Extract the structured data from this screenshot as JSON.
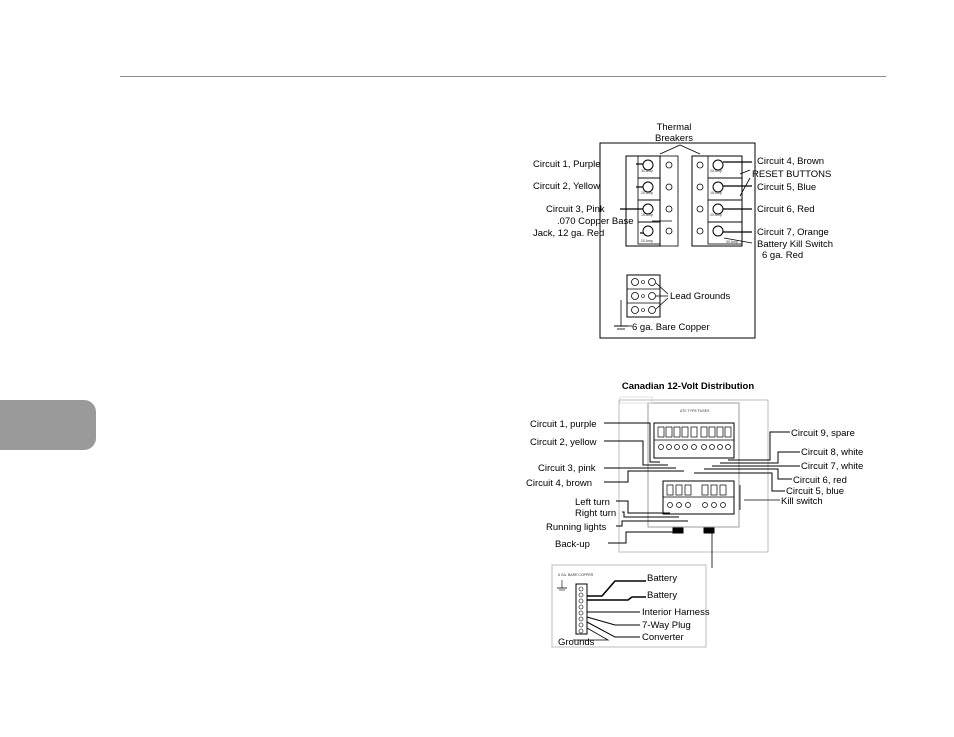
{
  "top_diagram": {
    "header": [
      "Thermal",
      "Breakers"
    ],
    "left_labels": [
      "Circuit 1, Purple",
      "Circuit 2, Yellow",
      "Circuit 3, Pink",
      ".070 Copper Base",
      "Jack, 12 ga. Red"
    ],
    "right_labels": [
      "Circuit 4, Brown",
      "RESET BUTTONS",
      "Circuit 5, Blue",
      "Circuit 6, Red",
      "Circuit 7, Orange",
      "Battery Kill Switch",
      "6 ga. Red"
    ],
    "lead_grounds": "Lead Grounds",
    "bare_copper": "6 ga. Bare Copper"
  },
  "bottom_diagram": {
    "title": "Canadian 12-Volt Distribution",
    "left_labels": [
      "Circuit 1, purple",
      "Circuit 2, yellow",
      "Circuit 3, pink",
      "Circuit 4, brown",
      "Left turn",
      "Right turn",
      "Running lights",
      "Back-up"
    ],
    "right_labels": [
      "Circuit 9, spare",
      "Circuit 8, white",
      "Circuit 7, white",
      "Circuit 6, red",
      "Circuit 5, blue",
      "Kill switch"
    ],
    "ground_labels": [
      "Battery",
      "Battery",
      "Interior Harness",
      "7-Way Plug",
      "Converter"
    ],
    "grounds": "Grounds"
  }
}
